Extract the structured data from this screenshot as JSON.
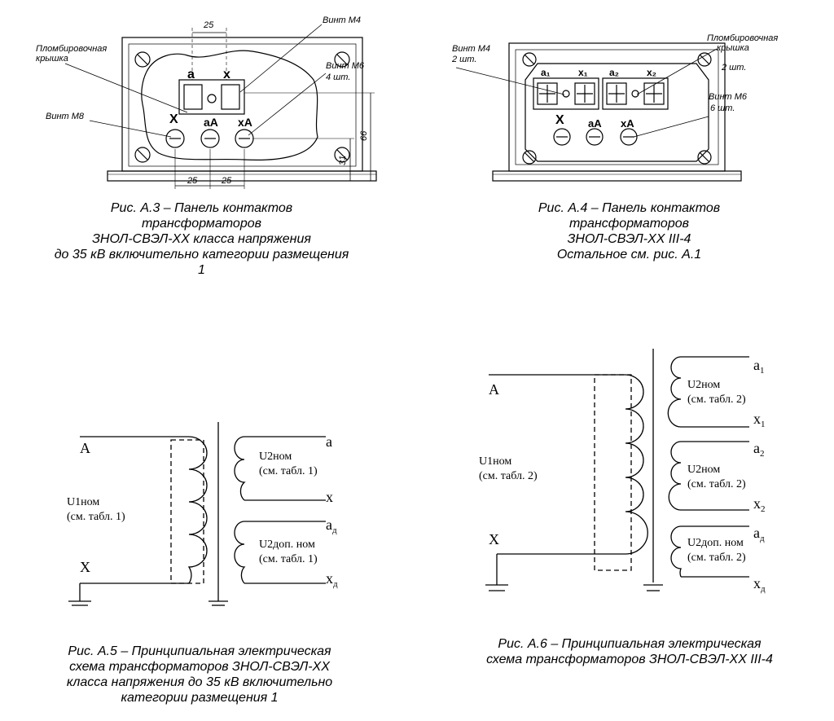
{
  "fig3": {
    "caption": [
      "Рис. А.3 – Панель контактов",
      "трансформаторов",
      "ЗНОЛ-СВЭЛ-ХХ класса напряжения",
      "до 35 кВ включительно категории размещения",
      "1"
    ],
    "labels": {
      "seal_cover": [
        "Пломбировочная",
        "крышка"
      ],
      "screw_m4": "Винт М4",
      "screw_m6": [
        "Винт М6",
        "4 шт."
      ],
      "screw_m8": "Винт М8"
    },
    "dims": {
      "top": "25",
      "bottom_left": "25",
      "bottom_right": "25",
      "height_small": "31",
      "height_big": "66"
    },
    "terminals": {
      "a": "а",
      "x": "х",
      "X": "Х",
      "aA": "аА",
      "xA": "хА"
    }
  },
  "fig4": {
    "caption": [
      "Рис. А.4 – Панель контактов",
      "трансформаторов",
      "ЗНОЛ-СВЭЛ-ХХ III-4",
      "Остальное см. рис. А.1"
    ],
    "labels": {
      "screw_m4": [
        "Винт М4",
        "2 шт."
      ],
      "seal_cover": [
        "Пломбировочная",
        "крышка",
        "2 шт."
      ],
      "screw_m6": [
        "Винт М6",
        "6 шт."
      ]
    },
    "terminals": {
      "a1": "а₁",
      "x1": "х₁",
      "a2": "а₂",
      "x2": "х₂",
      "X": "Х",
      "aA": "аА",
      "xA": "хА"
    }
  },
  "fig5": {
    "caption": [
      "Рис. А.5 – Принципиальная электрическая",
      "схема трансформаторов ЗНОЛ-СВЭЛ-ХХ",
      "класса напряжения до 35 кВ включительно",
      "категории размещения 1"
    ],
    "A": "A",
    "X": "X",
    "u1": [
      "U1ном",
      "(см. табл. 1)"
    ],
    "u2": [
      "U2ном",
      "(см. табл. 1)"
    ],
    "u2d": [
      "U2доп. ном",
      "(см. табл. 1)"
    ],
    "a": "a",
    "x": "x",
    "ad": "a",
    "ad_sub": "д",
    "xd": "x",
    "xd_sub": "д"
  },
  "fig6": {
    "caption": [
      "Рис. А.6 – Принципиальная электрическая",
      "схема трансформаторов ЗНОЛ-СВЭЛ-ХХ III-4"
    ],
    "A": "A",
    "X": "X",
    "u1": [
      "U1ном",
      "(см. табл. 2)"
    ],
    "u2a": [
      "U2ном",
      "(см. табл. 2)"
    ],
    "u2b": [
      "U2ном",
      "(см. табл. 2)"
    ],
    "u2d": [
      "U2доп. ном",
      "(см. табл. 2)"
    ],
    "a1": "a",
    "a1_sub": "1",
    "x1": "x",
    "x1_sub": "1",
    "a2": "a",
    "a2_sub": "2",
    "x2": "x",
    "x2_sub": "2",
    "ad": "a",
    "ad_sub": "д",
    "xd": "x",
    "xd_sub": "д"
  }
}
